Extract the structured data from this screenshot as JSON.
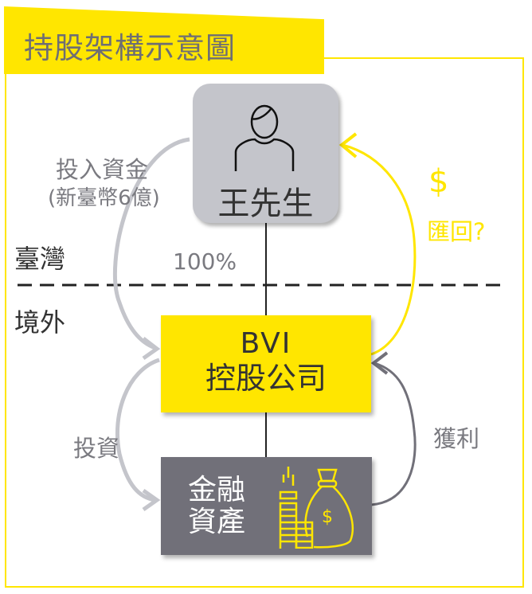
{
  "title": "持股架構示意圖",
  "person": {
    "name": "王先生",
    "icon": "person-icon"
  },
  "bvi": {
    "line1": "BVI",
    "line2": "控股公司"
  },
  "assets": {
    "label": "金融資產",
    "icon": "money-bag-coins-icon"
  },
  "regions": {
    "domestic": "臺灣",
    "offshore": "境外"
  },
  "ownership": "100%",
  "flows": {
    "invest_capital": "投入資金",
    "invest_amount": "(新臺幣6億)",
    "invest": "投資",
    "profit": "獲利",
    "dollar": "$",
    "remit": "匯回?"
  },
  "colors": {
    "yellow": "#ffe600",
    "gray_box": "#c4c5cb",
    "dark_box": "#717079",
    "text_gray": "#7a7a80"
  }
}
